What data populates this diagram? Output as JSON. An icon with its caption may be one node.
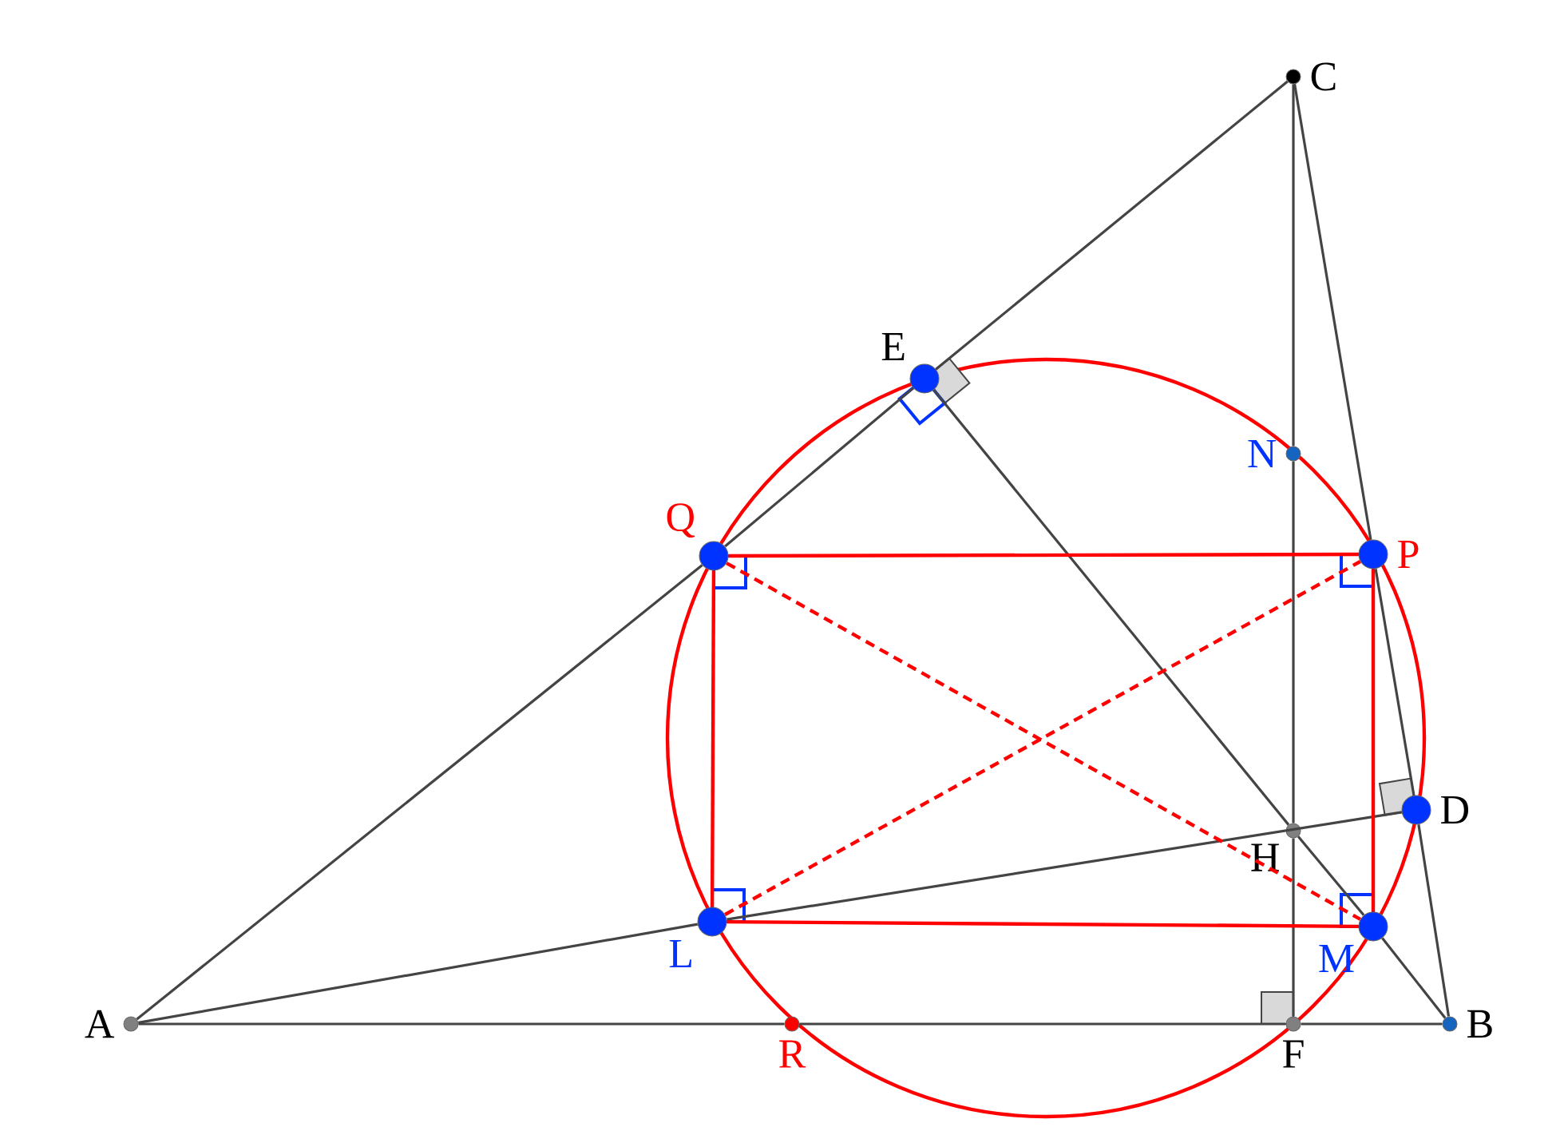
{
  "diagram": {
    "nodes": [
      {
        "text": [
          "A"
        ]
      },
      {
        "text": [
          "B"
        ]
      },
      {
        "text": [
          "C"
        ]
      },
      {
        "text": [
          "D"
        ]
      },
      {
        "text": [
          "E"
        ]
      },
      {
        "text": [
          "F"
        ]
      },
      {
        "text": [
          "H"
        ]
      },
      {
        "text": [
          "N"
        ]
      },
      {
        "text": [
          "P"
        ]
      },
      {
        "text": [
          "Q"
        ]
      },
      {
        "text": [
          "L"
        ]
      },
      {
        "text": [
          "M"
        ]
      },
      {
        "text": [
          "R"
        ]
      }
    ],
    "edges": [
      {
        "from": 0,
        "to": 9,
        "arrow": "none"
      },
      {
        "from": 9,
        "to": 4,
        "arrow": "none"
      },
      {
        "from": 4,
        "to": 2,
        "arrow": "none"
      },
      {
        "from": 0,
        "to": 12,
        "arrow": "none"
      },
      {
        "from": 12,
        "to": 5,
        "arrow": "none"
      },
      {
        "from": 5,
        "to": 1,
        "arrow": "none"
      },
      {
        "from": 2,
        "to": 8,
        "arrow": "none"
      },
      {
        "from": 8,
        "to": 3,
        "arrow": "none"
      },
      {
        "from": 3,
        "to": 1,
        "arrow": "none"
      },
      {
        "from": 0,
        "to": 10,
        "arrow": "none"
      },
      {
        "from": 10,
        "to": 3,
        "arrow": "none"
      },
      {
        "from": 4,
        "to": 6,
        "arrow": "none"
      },
      {
        "from": 6,
        "to": 11,
        "arrow": "none"
      },
      {
        "from": 11,
        "to": 1,
        "arrow": "none"
      },
      {
        "from": 2,
        "to": 7,
        "arrow": "none"
      },
      {
        "from": 7,
        "to": 6,
        "arrow": "none"
      },
      {
        "from": 6,
        "to": 5,
        "arrow": "none"
      },
      {
        "from": 9,
        "to": 8,
        "arrow": "none",
        "color": "#ff0000"
      },
      {
        "from": 8,
        "to": 11,
        "arrow": "none",
        "color": "#ff0000"
      },
      {
        "from": 11,
        "to": 10,
        "arrow": "none",
        "color": "#ff0000"
      },
      {
        "from": 10,
        "to": 9,
        "arrow": "none",
        "color": "#ff0000"
      },
      {
        "from": 9,
        "to": 11,
        "arrow": "none",
        "style": "dashed",
        "color": "#ff0000"
      },
      {
        "from": 10,
        "to": 8,
        "arrow": "none",
        "style": "dashed",
        "color": "#ff0000"
      }
    ]
  }
}
